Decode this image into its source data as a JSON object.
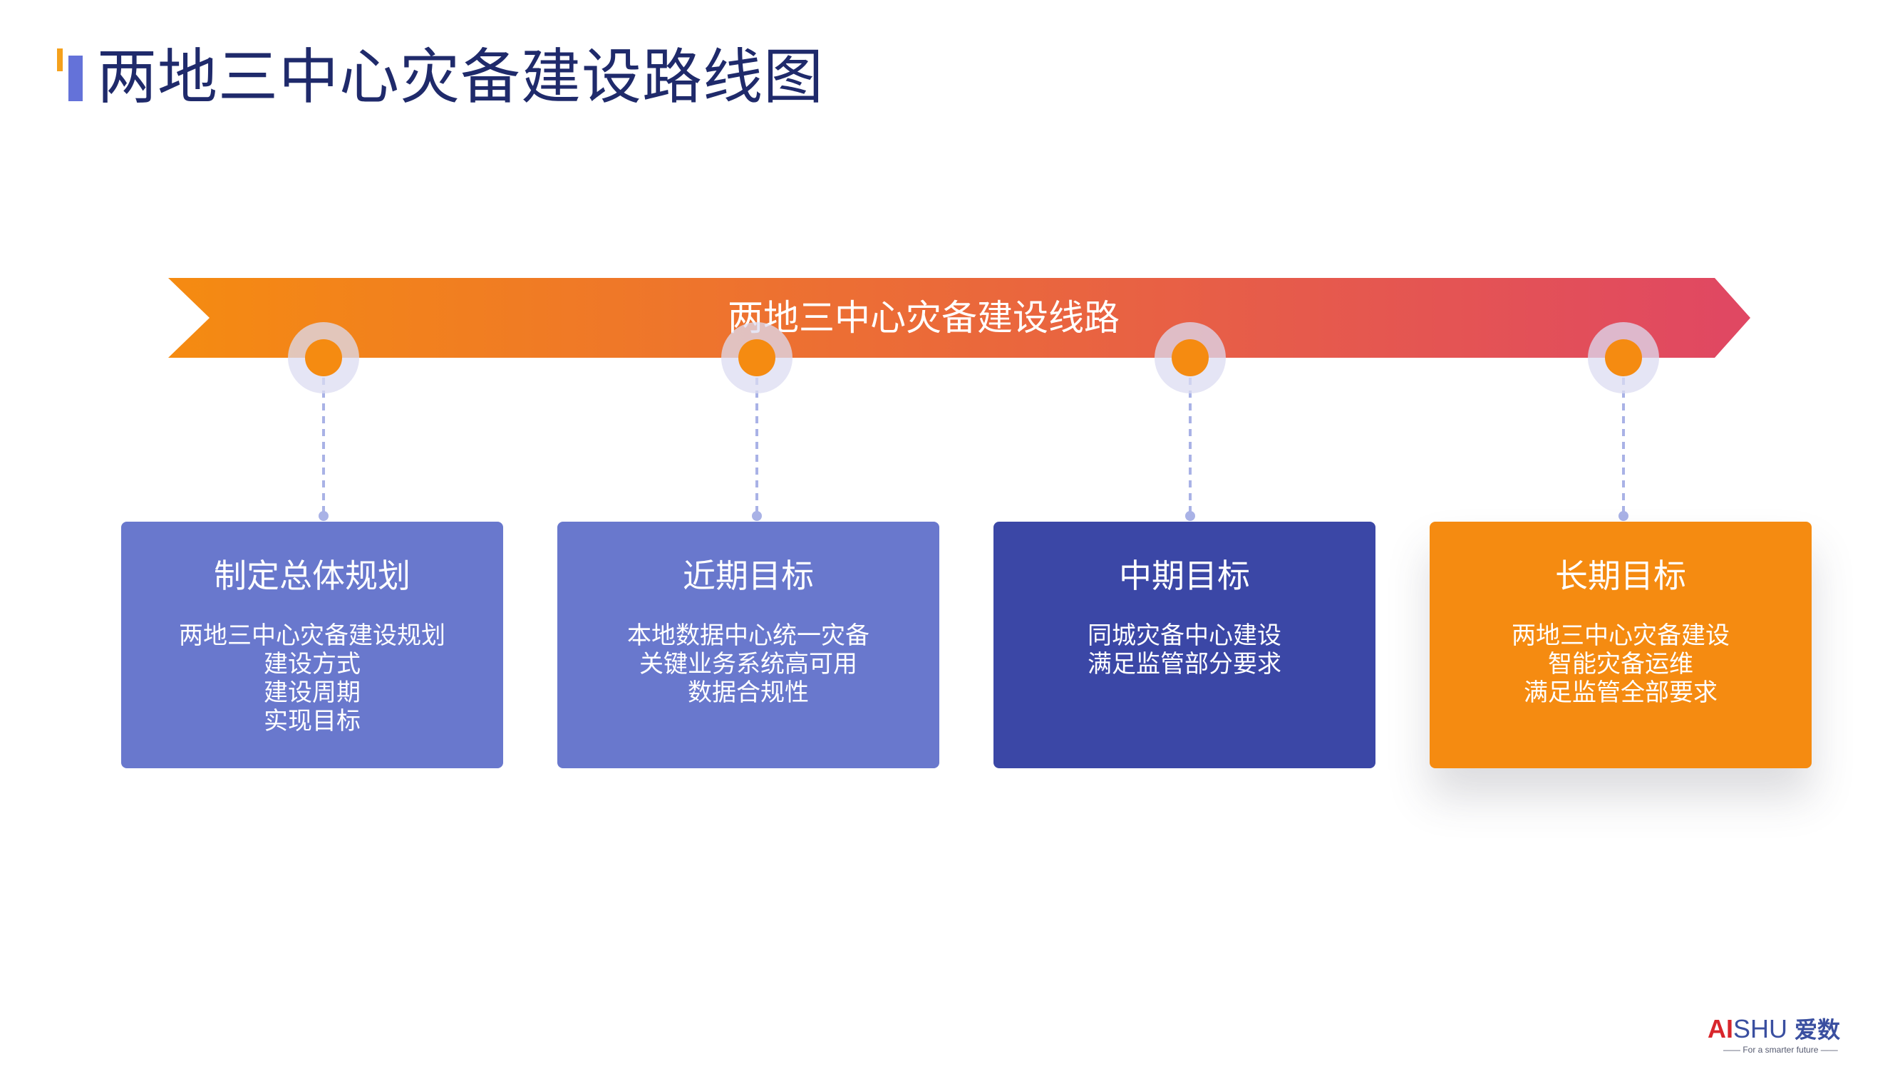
{
  "page": {
    "title": "两地三中心灾备建设路线图"
  },
  "ribbon": {
    "label": "两地三中心灾备建设线路",
    "gradient_start": "#f58b11",
    "gradient_end": "#e04763"
  },
  "colors": {
    "accent_blue": "#6472d9",
    "accent_orange": "#f5a11c",
    "title_text": "#1f2a6b",
    "milestone_dot": "#f58b11",
    "connector": "#a9b2e6"
  },
  "milestones": [
    {
      "title": "制定总体规划",
      "lines": [
        "两地三中心灾备建设规划",
        "建设方式",
        "建设周期",
        "实现目标"
      ],
      "color": "#6978cd"
    },
    {
      "title": "近期目标",
      "lines": [
        "本地数据中心统一灾备",
        "关键业务系统高可用",
        "数据合规性"
      ],
      "color": "#6978cd"
    },
    {
      "title": "中期目标",
      "lines": [
        "同城灾备中心建设",
        "满足监管部分要求"
      ],
      "color": "#3b47a6"
    },
    {
      "title": "长期目标",
      "lines": [
        "两地三中心灾备建设",
        "智能灾备运维",
        "满足监管全部要求"
      ],
      "color": "#f58b11"
    }
  ],
  "logo": {
    "ai": "AI",
    "shu": "SHU",
    "cn": "爱数",
    "tagline": "—— For a smarter future ——"
  }
}
